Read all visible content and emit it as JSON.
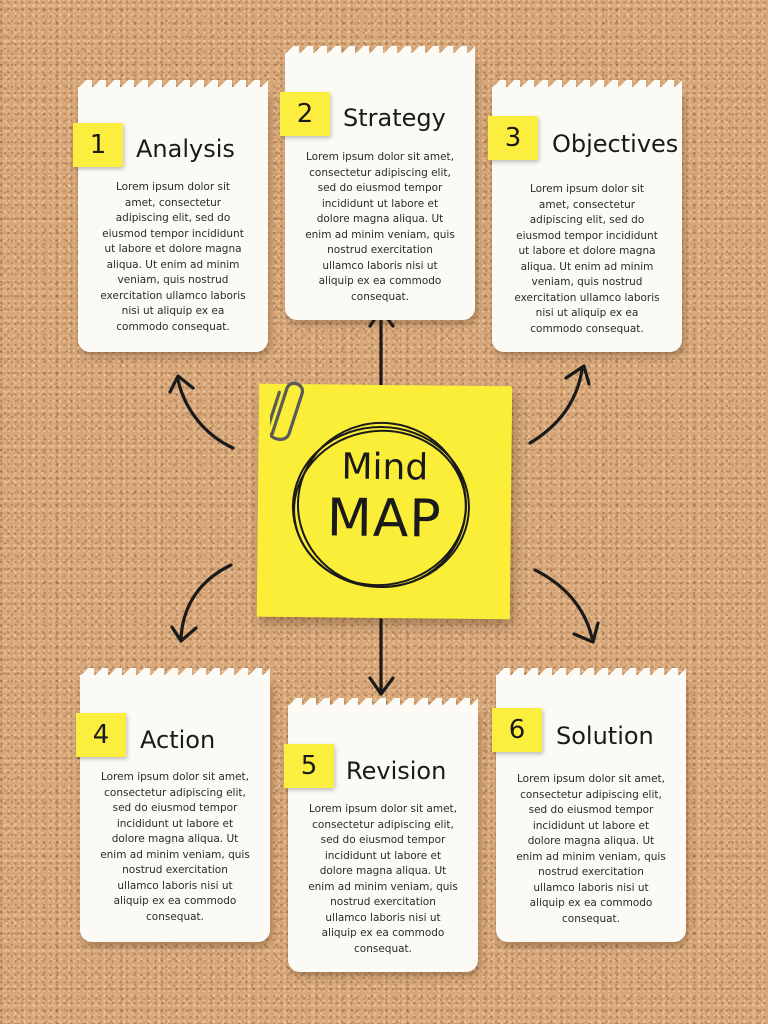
{
  "center": {
    "line1": "Mind",
    "line2": "MAP"
  },
  "notes": [
    {
      "number": "1",
      "title": "Analysis",
      "text": "Lorem ipsum dolor sit amet, consectetur adipiscing elit, sed do eiusmod tempor incididunt ut labore et dolore magna aliqua. Ut enim ad minim veniam, quis nostrud exercitation ullamco laboris nisi ut aliquip ex ea commodo consequat."
    },
    {
      "number": "2",
      "title": "Strategy",
      "text": "Lorem ipsum dolor sit amet, consectetur adipiscing elit, sed do eiusmod tempor incididunt ut labore et dolore magna aliqua. Ut enim ad minim veniam, quis nostrud exercitation ullamco laboris nisi ut aliquip ex ea commodo consequat."
    },
    {
      "number": "3",
      "title": "Objectives",
      "text": "Lorem ipsum dolor sit amet, consectetur adipiscing elit, sed do eiusmod tempor incididunt ut labore et dolore magna aliqua. Ut enim ad minim veniam, quis nostrud exercitation ullamco laboris nisi ut aliquip ex ea commodo consequat."
    },
    {
      "number": "4",
      "title": "Action",
      "text": "Lorem ipsum dolor sit amet, consectetur adipiscing elit, sed do eiusmod tempor incididunt ut labore et dolore magna aliqua. Ut enim ad minim veniam, quis nostrud exercitation ullamco laboris nisi ut aliquip ex ea commodo consequat."
    },
    {
      "number": "5",
      "title": "Revision",
      "text": "Lorem ipsum dolor sit amet, consectetur adipiscing elit, sed do eiusmod tempor incididunt ut labore et dolore magna aliqua. Ut enim ad minim veniam, quis nostrud exercitation ullamco laboris nisi ut aliquip ex ea commodo consequat."
    },
    {
      "number": "6",
      "title": "Solution",
      "text": "Lorem ipsum dolor sit amet, consectetur adipiscing elit, sed do eiusmod tempor incididunt ut labore et dolore magna aliqua. Ut enim ad minim veniam, quis nostrud exercitation ullamco laboris nisi ut aliquip ex ea commodo consequat."
    }
  ],
  "colors": {
    "corkboard": "#d7a77a",
    "sticky": "#fbee38",
    "paper": "#fbfaf5",
    "ink": "#1a1a1a"
  },
  "icons": {
    "clip": "paperclip-icon"
  }
}
